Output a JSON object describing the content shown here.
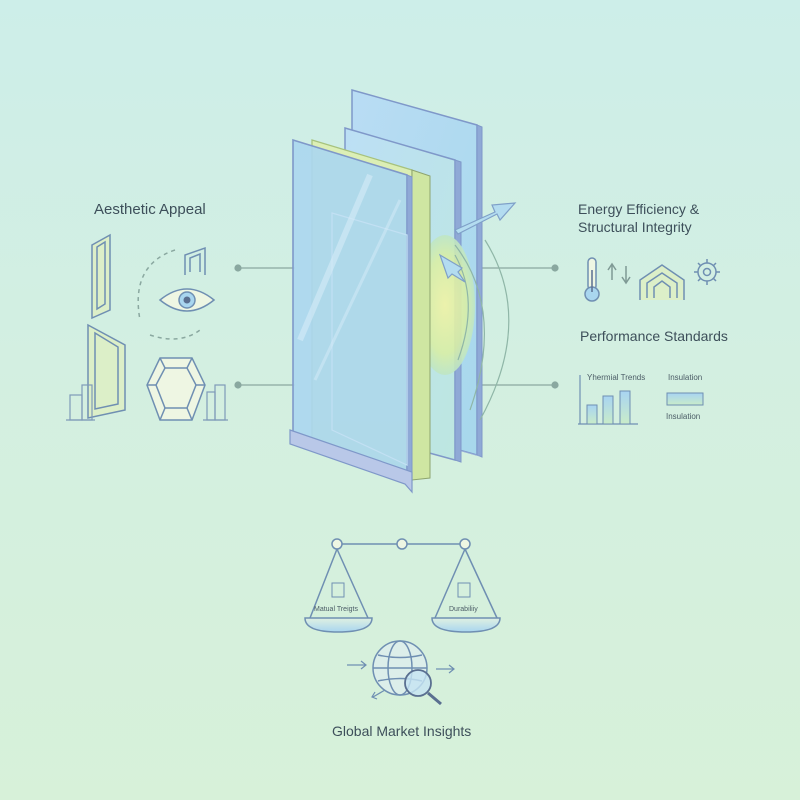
{
  "labels": {
    "aesthetic": "Aesthetic Appeal",
    "energy_line1": "Energy Efficiency &",
    "energy_line2": "Structural Integrity",
    "performance": "Performance Standards",
    "thermal_trends": "Yhermial Trends",
    "insulation_top": "Insulation",
    "insulation_bottom": "Insulation",
    "material_trends": "Matual Treigts",
    "durability": "Durabiliiy",
    "global": "Global Market Insights"
  },
  "colors": {
    "background_top": "#cdeee9",
    "background_bottom": "#d7f1d9",
    "glass_blue": "#a9d6f2",
    "glass_edge": "#7f98c9",
    "glass_green": "#d9eeb0",
    "line": "#7f9a95",
    "text": "#3d4f5a"
  },
  "icons": [
    "tall-frame-icon",
    "arch-frame-icon",
    "eye-icon",
    "cycle-arrows-icon",
    "window-frame-icon",
    "buildings-icon",
    "gem-icon",
    "thermometer-icon",
    "up-down-arrows-icon",
    "arch-structure-icon",
    "gear-icon",
    "bar-chart-icon",
    "scale-icon",
    "globe-icon",
    "magnifier-icon",
    "arrow-icon"
  ]
}
